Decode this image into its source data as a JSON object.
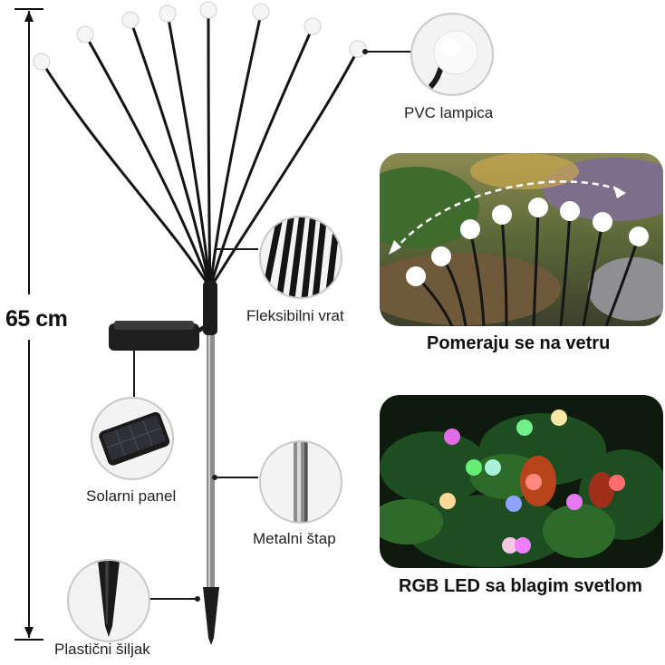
{
  "height_label": "65 cm",
  "labels": {
    "pvc": "PVC lampica",
    "neck": "Fleksibilni vrat",
    "solar": "Solarni panel",
    "rod": "Metalni štap",
    "spike": "Plastični šiljak"
  },
  "captions": {
    "wind": "Pomeraju se na vetru",
    "rgb": "RGB LED sa blagim svetlom"
  },
  "colors": {
    "stem": "#141414",
    "bulb": "#f5f5f5",
    "leader": "#1a1a1a"
  }
}
